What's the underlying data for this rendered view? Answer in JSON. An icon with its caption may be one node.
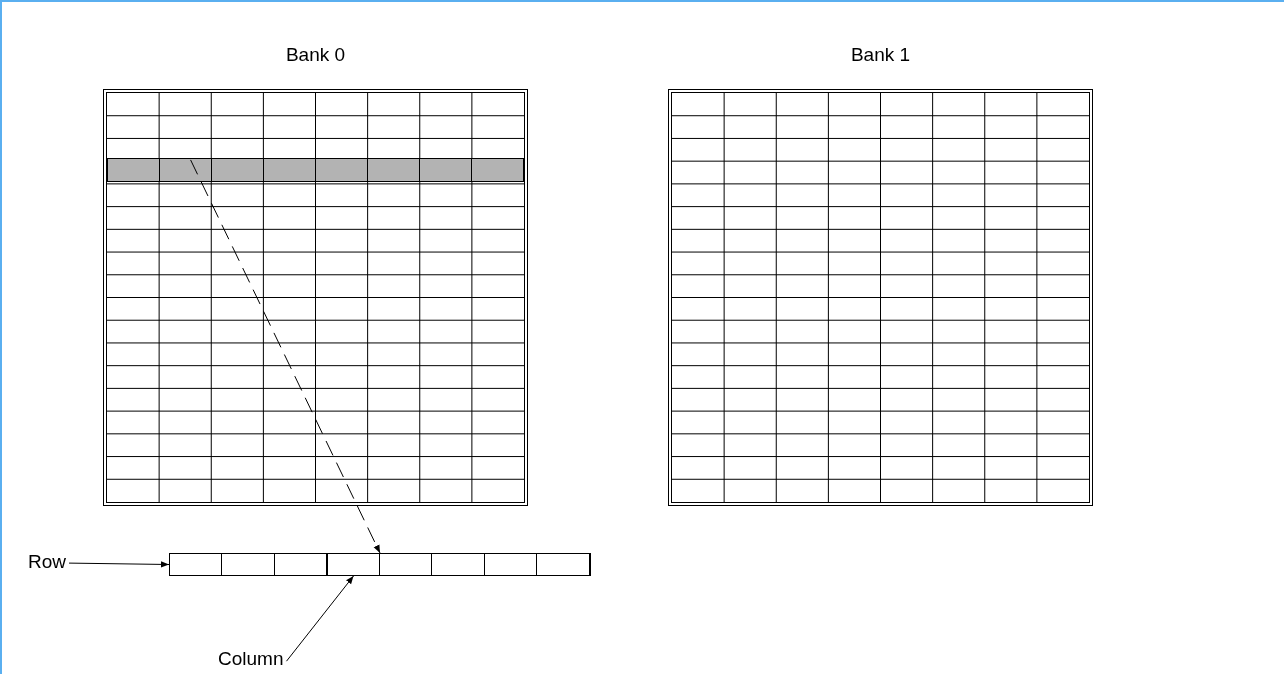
{
  "diagram": {
    "nodes": [
      {
        "text": [
          "Bank 0"
        ]
      },
      {
        "text": [
          "Bank 1"
        ]
      },
      {
        "text": [],
        "shape": "bar",
        "in": 0
      },
      {
        "text": [
          "Row"
        ]
      },
      {
        "text": [],
        "shape": "bar"
      },
      {
        "text": [],
        "shape": "box",
        "in": 4
      },
      {
        "text": [
          "Column"
        ]
      }
    ],
    "edges": [
      {
        "from": 2,
        "to": 4,
        "arrow": "to",
        "style": "dashed"
      },
      {
        "from": 3,
        "to": 4,
        "arrow": "to"
      },
      {
        "from": 6,
        "to": 5,
        "arrow": "to"
      }
    ]
  }
}
